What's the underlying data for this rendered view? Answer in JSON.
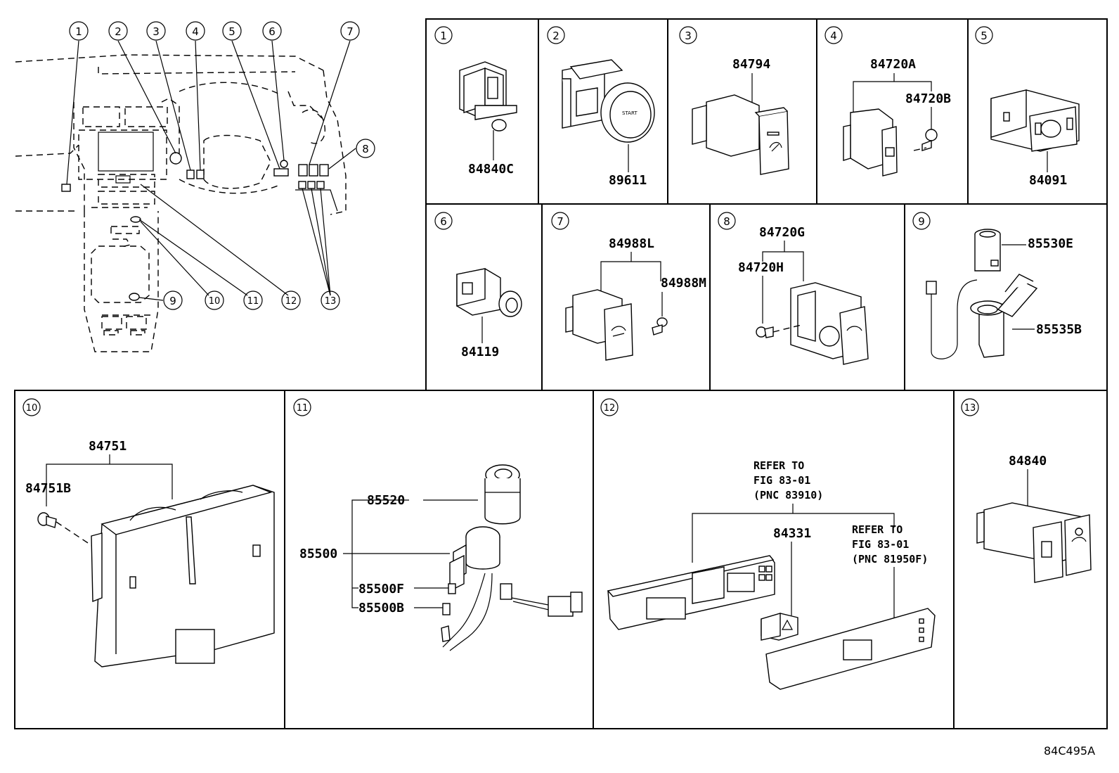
{
  "overview": {
    "callouts": [
      "1",
      "2",
      "3",
      "4",
      "5",
      "6",
      "7",
      "8",
      "9",
      "10",
      "11",
      "12",
      "13"
    ]
  },
  "panels": {
    "p1": {
      "num": "1",
      "parts": [
        "84840C"
      ]
    },
    "p2": {
      "num": "2",
      "parts": [
        "89611"
      ]
    },
    "p3": {
      "num": "3",
      "parts": [
        "84794"
      ]
    },
    "p4": {
      "num": "4",
      "parts": [
        "84720A",
        "84720B"
      ]
    },
    "p5": {
      "num": "5",
      "parts": [
        "84091"
      ]
    },
    "p6": {
      "num": "6",
      "parts": [
        "84119"
      ]
    },
    "p7": {
      "num": "7",
      "parts": [
        "84988L",
        "84988M"
      ]
    },
    "p8": {
      "num": "8",
      "parts": [
        "84720G",
        "84720H"
      ]
    },
    "p9": {
      "num": "9",
      "parts": [
        "85530E",
        "85535B"
      ]
    },
    "p10": {
      "num": "10",
      "parts": [
        "84751",
        "84751B"
      ]
    },
    "p11": {
      "num": "11",
      "parts": [
        "85520",
        "85500",
        "85500F",
        "85500B"
      ]
    },
    "p12": {
      "num": "12",
      "parts": [
        "84331"
      ],
      "refer_a": [
        "REFER TO",
        "FIG 83-01",
        "(PNC 83910)"
      ],
      "refer_b": [
        "REFER TO",
        "FIG 83-01",
        "(PNC 81950F)"
      ]
    },
    "p13": {
      "num": "13",
      "parts": [
        "84840"
      ]
    }
  },
  "diagram_code": "84C495A"
}
